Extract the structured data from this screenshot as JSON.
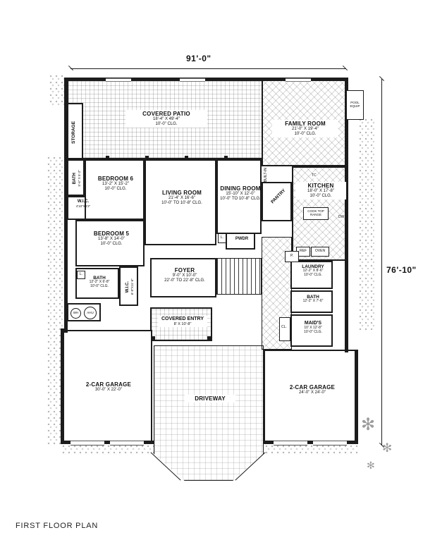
{
  "meta": {
    "title": "FIRST FLOOR PLAN",
    "dim_width": "91'-0\"",
    "dim_height": "76'-10\""
  },
  "icons": {
    "plant": "✻"
  },
  "rooms": {
    "covered_patio": {
      "name": "COVERED PATIO",
      "dims": "18'-4\" X 49'-4\"",
      "clg": "10'-0\" CLG."
    },
    "family_room": {
      "name": "FAMILY ROOM",
      "dims": "21'-0\" X 19'-4\"",
      "clg": "10'-0\" CLG."
    },
    "storage": {
      "name": "STORAGE"
    },
    "bath_top": {
      "name": "BATH",
      "dims": "5'-6\" X 5'-2\""
    },
    "wic_top": {
      "name": "W.I.C.",
      "dims": "4'10\"X5'2\""
    },
    "bedroom6": {
      "name": "BEDROOM 6",
      "dims": "13'-2\" X 15'-2\"",
      "clg": "10'-0\" CLG."
    },
    "living_room": {
      "name": "LIVING ROOM",
      "dims": "21'-4\" X 16'-6\"",
      "clg": "10'-0\" TO 10'-8\" CLG."
    },
    "dining_room": {
      "name": "DINING ROOM",
      "dims": "15'-10\" X 12'-0\"",
      "clg": "10'-0\" TO 10'-8\" CLG."
    },
    "pantry": {
      "name": "PANTRY"
    },
    "kitchen": {
      "name": "KITCHEN",
      "dims": "18'-0\" X 17'-8\"",
      "clg": "10'-0\" CLG."
    },
    "pwdr": {
      "name": "PWDR"
    },
    "bedroom5": {
      "name": "BEDROOM 5",
      "dims": "13'-8\" X 14'-0\"",
      "clg": "10'-0\" CLG."
    },
    "foyer": {
      "name": "FOYER",
      "dims": "9'-0\" X 10'-0\"",
      "clg": "22'-0\" TO 22'-8\" CLG."
    },
    "bath_left": {
      "name": "BATH",
      "dims": "12'-2\" X 6'-8\"",
      "clg": "10'-0\" CLG."
    },
    "wic_left": {
      "name": "W.I.C.",
      "dims": "6'-0\"X11'-6\""
    },
    "laundry": {
      "name": "LAUNDRY",
      "dims": "12'-2\" X 8'-6\"",
      "clg": "10'-0\" CLG."
    },
    "bath_right": {
      "name": "BATH",
      "dims": "12'-2\" X 7'-6\""
    },
    "maids": {
      "name": "MAID'S",
      "dims": "10' X 12'-8\"",
      "clg": "10'-0\" CLG."
    },
    "covered_entry": {
      "name": "COVERED ENTRY",
      "dims": "8' X 10'-8\""
    },
    "garage_left": {
      "name": "2-CAR GARAGE",
      "dims": "30'-0\" X 22'-0\""
    },
    "garage_right": {
      "name": "2-CAR GARAGE",
      "dims": "24'-0\" X 24'-0\""
    },
    "driveway": {
      "name": "DRIVEWAY"
    }
  },
  "labels": {
    "pool_equip": "POOL EQUIP",
    "built_in": "BUILT-IN",
    "ref": "REF",
    "oven": "OVEN",
    "dw": "DW",
    "tc": "TC",
    "wh": "WH",
    "ahu": "AHU",
    "p": "P.",
    "cl": "CL.",
    "l1": "L.",
    "l2": "L.",
    "cooktop": "COOK TOP",
    "range": "RANGE"
  }
}
